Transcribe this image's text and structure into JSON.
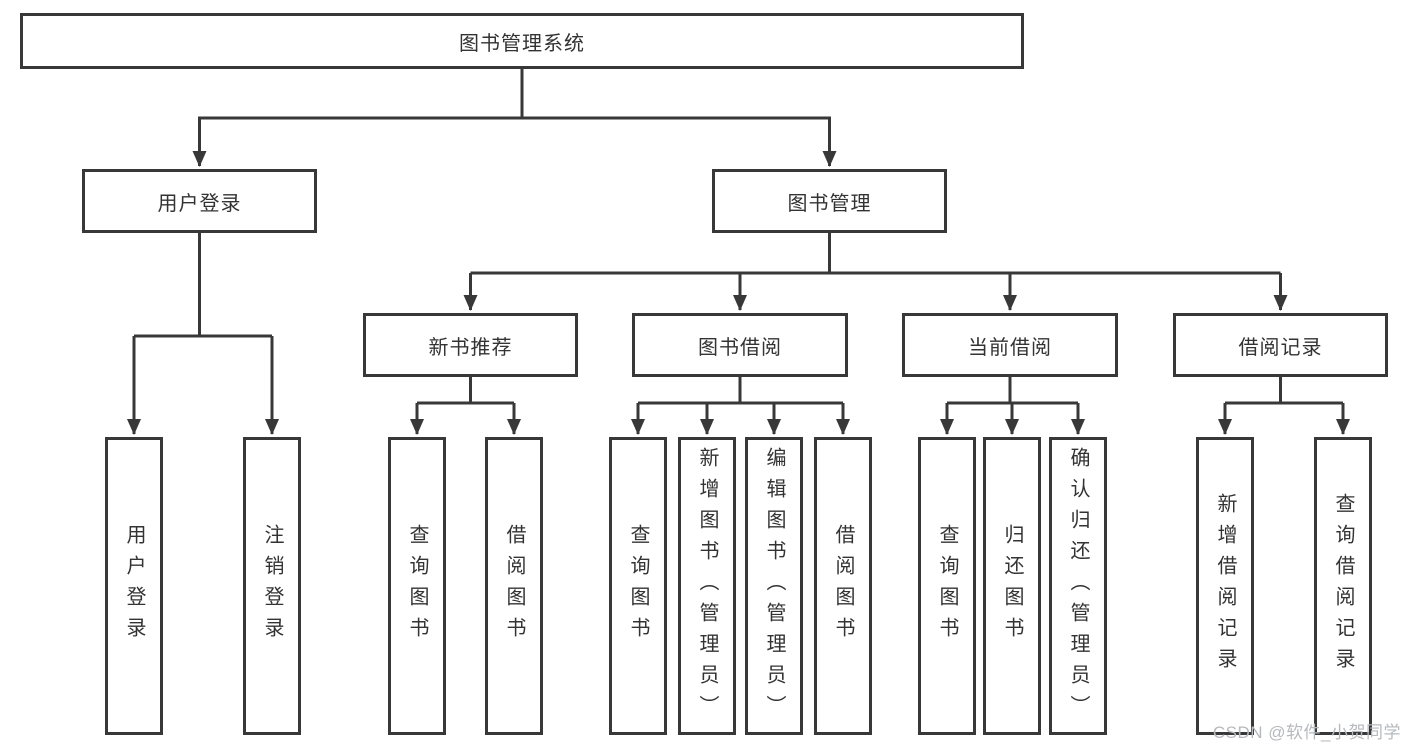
{
  "diagram": {
    "root": {
      "label": "图书管理系统"
    },
    "level2": [
      {
        "label": "用户登录"
      },
      {
        "label": "图书管理"
      }
    ],
    "level3": [
      {
        "label": "新书推荐",
        "parent": "图书管理"
      },
      {
        "label": "图书借阅",
        "parent": "图书管理"
      },
      {
        "label": "当前借阅",
        "parent": "图书管理"
      },
      {
        "label": "借阅记录",
        "parent": "图书管理"
      }
    ],
    "leaves": [
      {
        "label": "用户登录",
        "parent": "用户登录"
      },
      {
        "label": "注销登录",
        "parent": "用户登录"
      },
      {
        "label": "查询图书",
        "parent": "新书推荐"
      },
      {
        "label": "借阅图书",
        "parent": "新书推荐"
      },
      {
        "label": "查询图书",
        "parent": "图书借阅"
      },
      {
        "label": "新增图书（管理员）",
        "parent": "图书借阅"
      },
      {
        "label": "编辑图书（管理员）",
        "parent": "图书借阅"
      },
      {
        "label": "借阅图书",
        "parent": "图书借阅"
      },
      {
        "label": "查询图书",
        "parent": "当前借阅"
      },
      {
        "label": "归还图书",
        "parent": "当前借阅"
      },
      {
        "label": "确认归还（管理员）",
        "parent": "当前借阅"
      },
      {
        "label": "新增借阅记录",
        "parent": "借阅记录"
      },
      {
        "label": "查询借阅记录",
        "parent": "借阅记录"
      }
    ]
  },
  "watermark": {
    "text": "CSDN @软件_小贺同学"
  },
  "colors": {
    "line": "#383838",
    "text": "#333333",
    "watermark": "#b6b9bd",
    "background": "#ffffff"
  }
}
